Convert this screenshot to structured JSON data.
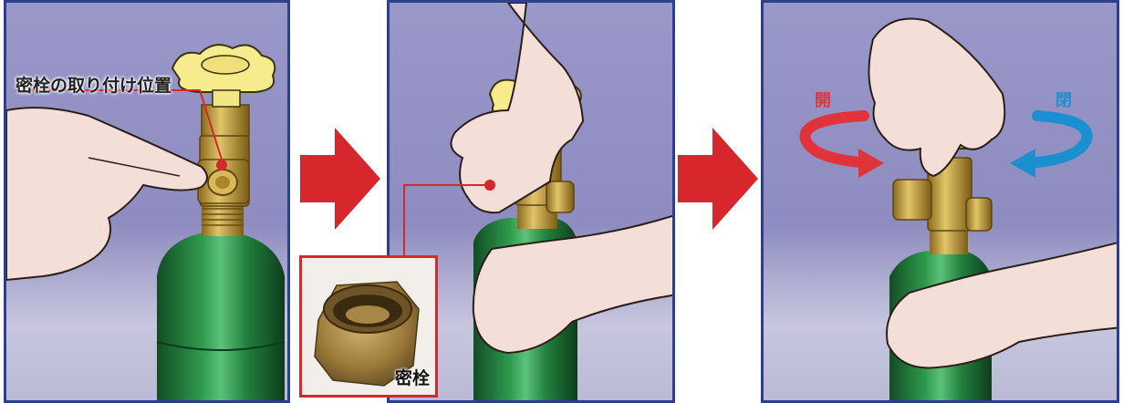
{
  "panel1": {
    "callout": "密栓の取り付け位置"
  },
  "panel2": {
    "inset_caption": "密栓"
  },
  "panel3": {
    "open_label": "開",
    "close_label": "閉"
  },
  "colors": {
    "frame": "#2b3f8c",
    "accent_red": "#d7262c",
    "accent_blue": "#1b8fd0",
    "cylinder_green": "#1f7a3a",
    "brass": "#c9a13a",
    "handle_yellow": "#f4e88a"
  }
}
